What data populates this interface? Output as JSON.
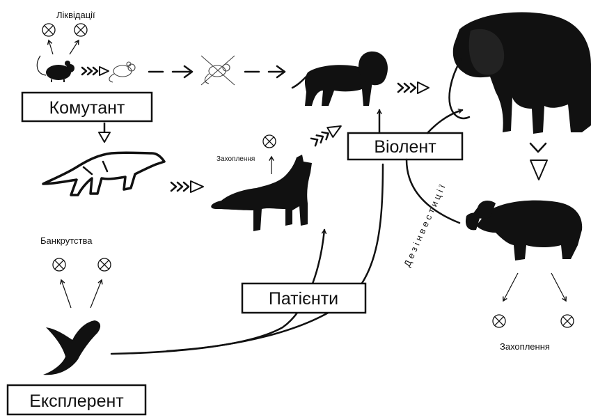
{
  "labels": {
    "liquidations": "Ліквідації",
    "commutant": "Комутант",
    "violent": "Віолент",
    "patients": "Патієнти",
    "explerent": "Експлерент",
    "bankruptcies": "Банкрутства",
    "capture_small": "Захоплення",
    "capture_bottom": "Захоплення",
    "divestitures": "Дезінвестиції"
  },
  "icons": {
    "mouse": "mouse-icon",
    "rat": "rat-icon",
    "crossed_rat": "crossed-rat-icon",
    "lion": "lion-icon",
    "elephant": "elephant-icon",
    "weasel": "weasel-icon",
    "fox": "fox-icon",
    "hippo": "hippo-icon",
    "swallow": "swallow-icon",
    "closed": "crossed-circle-icon"
  },
  "colors": {
    "ink": "#111111",
    "background": "#ffffff"
  }
}
